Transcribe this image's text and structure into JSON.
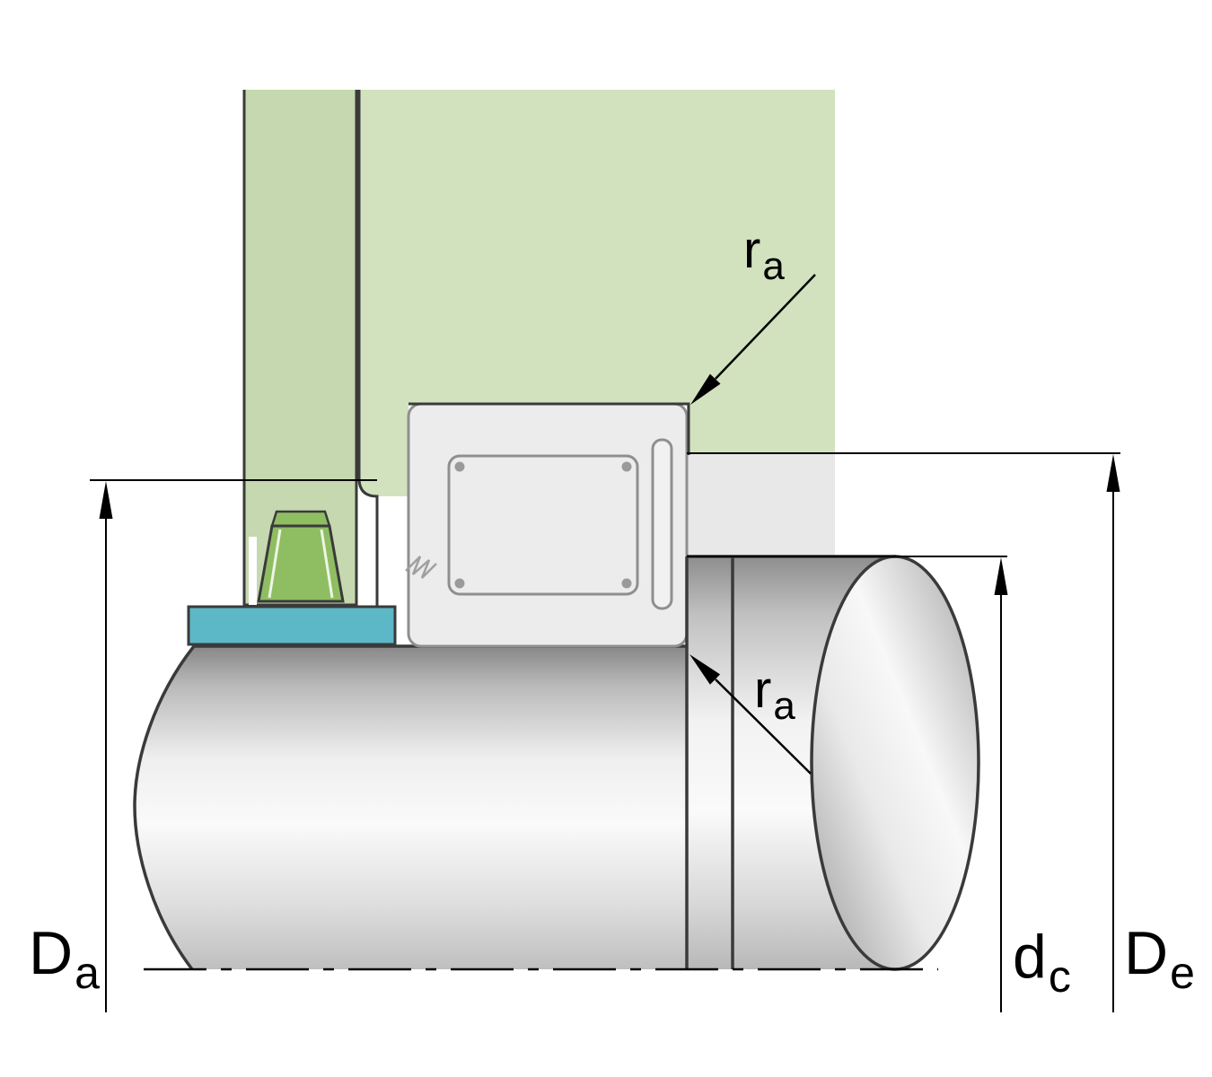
{
  "diagram": {
    "type": "technical-drawing",
    "description": "Bearing mounting cross-section with housing, end cover, locking clip, adapter sleeve, shaft collar and abutment/fillet dimension annotations",
    "labels": {
      "ra_top": {
        "main": "r",
        "sub": "a"
      },
      "ra_bottom": {
        "main": "r",
        "sub": "a"
      },
      "Da": {
        "main": "D",
        "sub": "a"
      },
      "dc": {
        "main": "d",
        "sub": "c"
      },
      "De": {
        "main": "D",
        "sub": "e"
      }
    },
    "colors": {
      "housing_green": "#d2e2bf",
      "cover_green": "#c5d8af",
      "clip_green": "#8fbe62",
      "sleeve_teal": "#5cb8c6",
      "bearing_gray": "#ececec",
      "outline_dark": "#3a3a3a",
      "dim_black": "#000000"
    }
  }
}
